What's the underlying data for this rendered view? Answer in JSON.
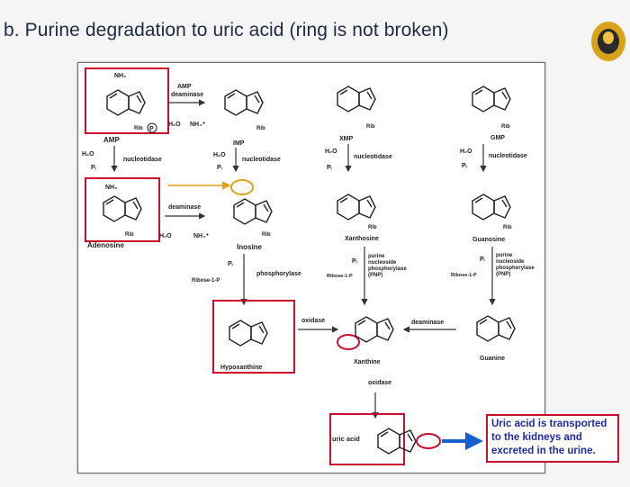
{
  "slide": {
    "title": "b. Purine degradation to uric acid (ring is not broken)",
    "note": "Uric acid is transported to the kidneys and excreted in the urine."
  },
  "colors": {
    "title_text": "#1f2a44",
    "highlight_red": "#c8102e",
    "orange_arrow": "#e3a21a",
    "note_text": "#1f2aa8",
    "blue_arrow": "#1a5fd0"
  },
  "compounds": {
    "amp": "AMP",
    "imp": "IMP",
    "xmp": "XMP",
    "gmp": "GMP",
    "adenosine": "Adenosine",
    "inosine": "Inosine",
    "xanthosine": "Xanthosine",
    "guanosine": "Guanosine",
    "hypoxanthine": "Hypoxanthine",
    "xanthine": "Xanthine",
    "guanine": "Guanine",
    "uric_acid": "uric acid"
  },
  "enzymes": {
    "amp_deaminase": [
      "AMP",
      "deaminase"
    ],
    "nucleotidase": "nucleotidase",
    "deaminase": "deaminase",
    "phosphorylase": "phosphorylase",
    "purine_nucleoside_phosphorylase": [
      "purine",
      "nucleoside",
      "phosphorylase",
      "(PNP)"
    ],
    "oxidase": "oxidase"
  },
  "reagents": {
    "water": "H₂O",
    "ammonium": "NH₄⁺",
    "phosphate": "Pᵢ",
    "ribose_1p": "Ribose-1-P",
    "rib": "Rib",
    "nh2": "NH₂",
    "p": "P"
  }
}
